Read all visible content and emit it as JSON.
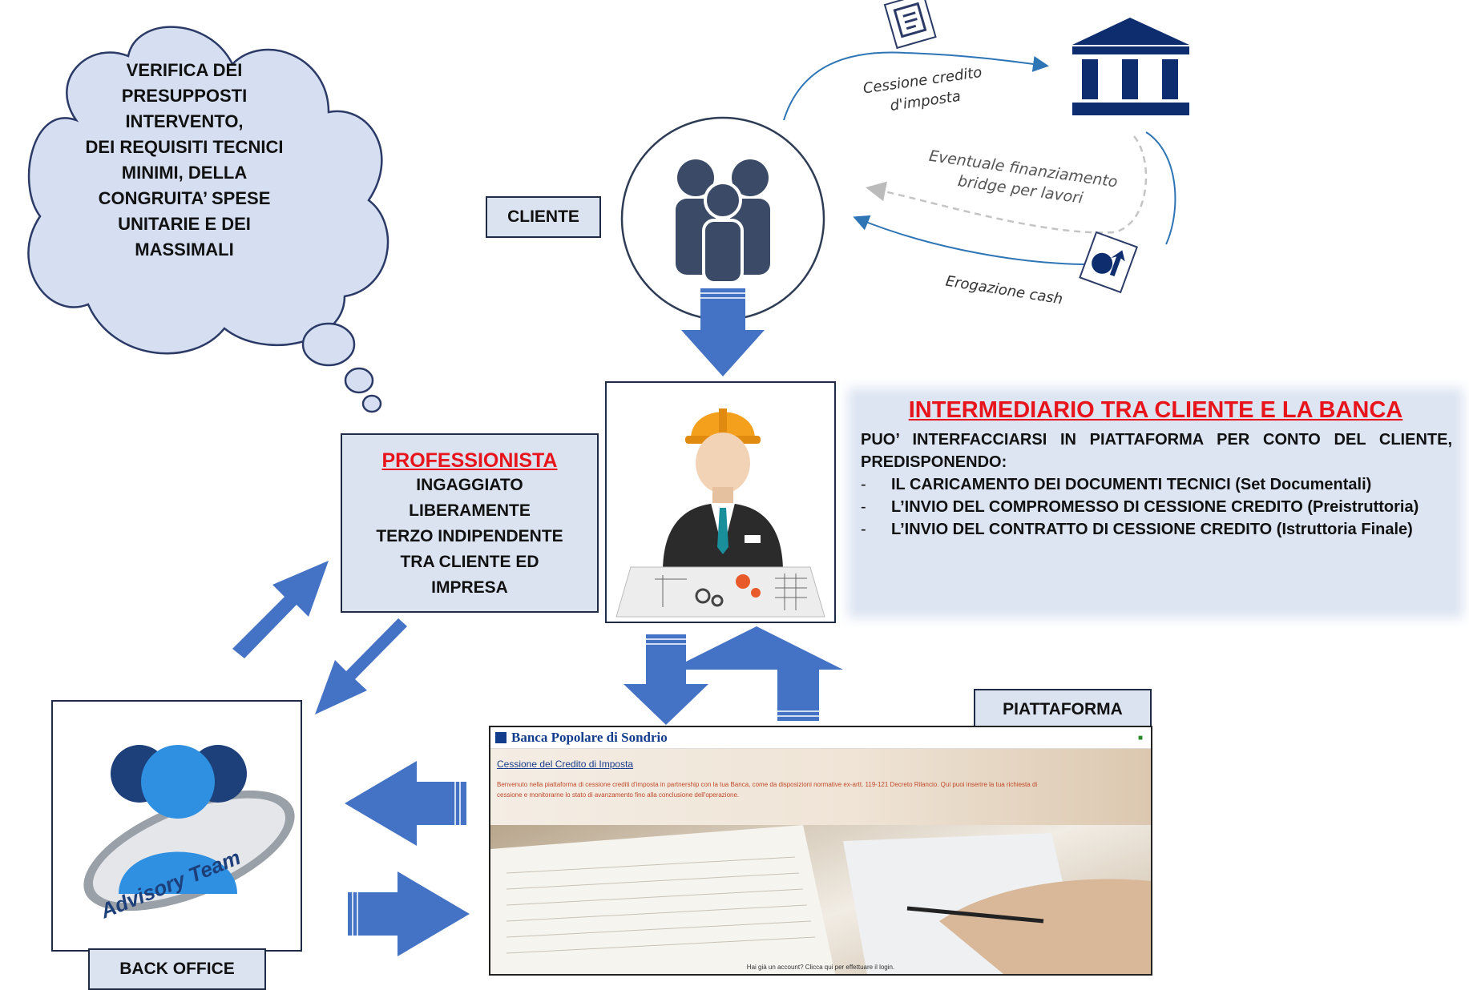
{
  "cloud": {
    "lines": [
      "VERIFICA DEI",
      "PRESUPPOSTI",
      "INTERVENTO,",
      "DEI REQUISITI TECNICI",
      "MINIMI, DELLA",
      "CONGRUITA’ SPESE",
      "UNITARIE E DEI",
      "MASSIMALI"
    ]
  },
  "cliente_label": "CLIENTE",
  "flow": {
    "cessione": [
      "Cessione credito",
      "d'imposta"
    ],
    "finanziamento": [
      "Eventuale finanziamento",
      "bridge per lavori"
    ],
    "erogazione": "Erogazione cash"
  },
  "professionista": {
    "title": "PROFESSIONISTA",
    "lines": [
      "INGAGGIATO",
      "LIBERAMENTE",
      "TERZO INDIPENDENTE",
      "TRA CLIENTE ED",
      "IMPRESA"
    ]
  },
  "intermediario": {
    "title": "INTERMEDIARIO TRA CLIENTE E LA BANCA",
    "intro": "PUO’ INTERFACCIARSI IN PIATTAFORMA PER CONTO DEL CLIENTE, PREDISPONENDO:",
    "items": [
      "IL CARICAMENTO DEI DOCUMENTI TECNICI (Set Documentali)",
      "L’INVIO DEL COMPROMESSO DI CESSIONE CREDITO (Preistruttoria)",
      "L’INVIO DEL CONTRATTO DI CESSIONE CREDITO (Istruttoria Finale)"
    ]
  },
  "piattaforma_label": "PIATTAFORMA",
  "back_office_label": "BACK OFFICE",
  "advisory_logo_text": "Advisory Team",
  "platform": {
    "bank_name": "Banca Popolare di Sondrio",
    "subtitle": "Cessione del Credito di Imposta",
    "description": "Benvenuto nella piattaforma di cessione crediti d'imposta in partnership con la tua Banca, come da disposizioni normative ex-artt. 119-121 Decreto Rilancio. Qui puoi inserire la tua richiesta di cessione e monitorarne lo stato di avanzamento fino alla conclusione dell'operazione.",
    "footer": "Hai già un account? Clicca qui per effettuare il login."
  },
  "colors": {
    "arrow_blue": "#4472c4",
    "box_fill": "#dbe3f1",
    "accent_red": "#e8141c",
    "dark_navy": "#2f3c55",
    "bank_navy": "#0d2d6e"
  }
}
